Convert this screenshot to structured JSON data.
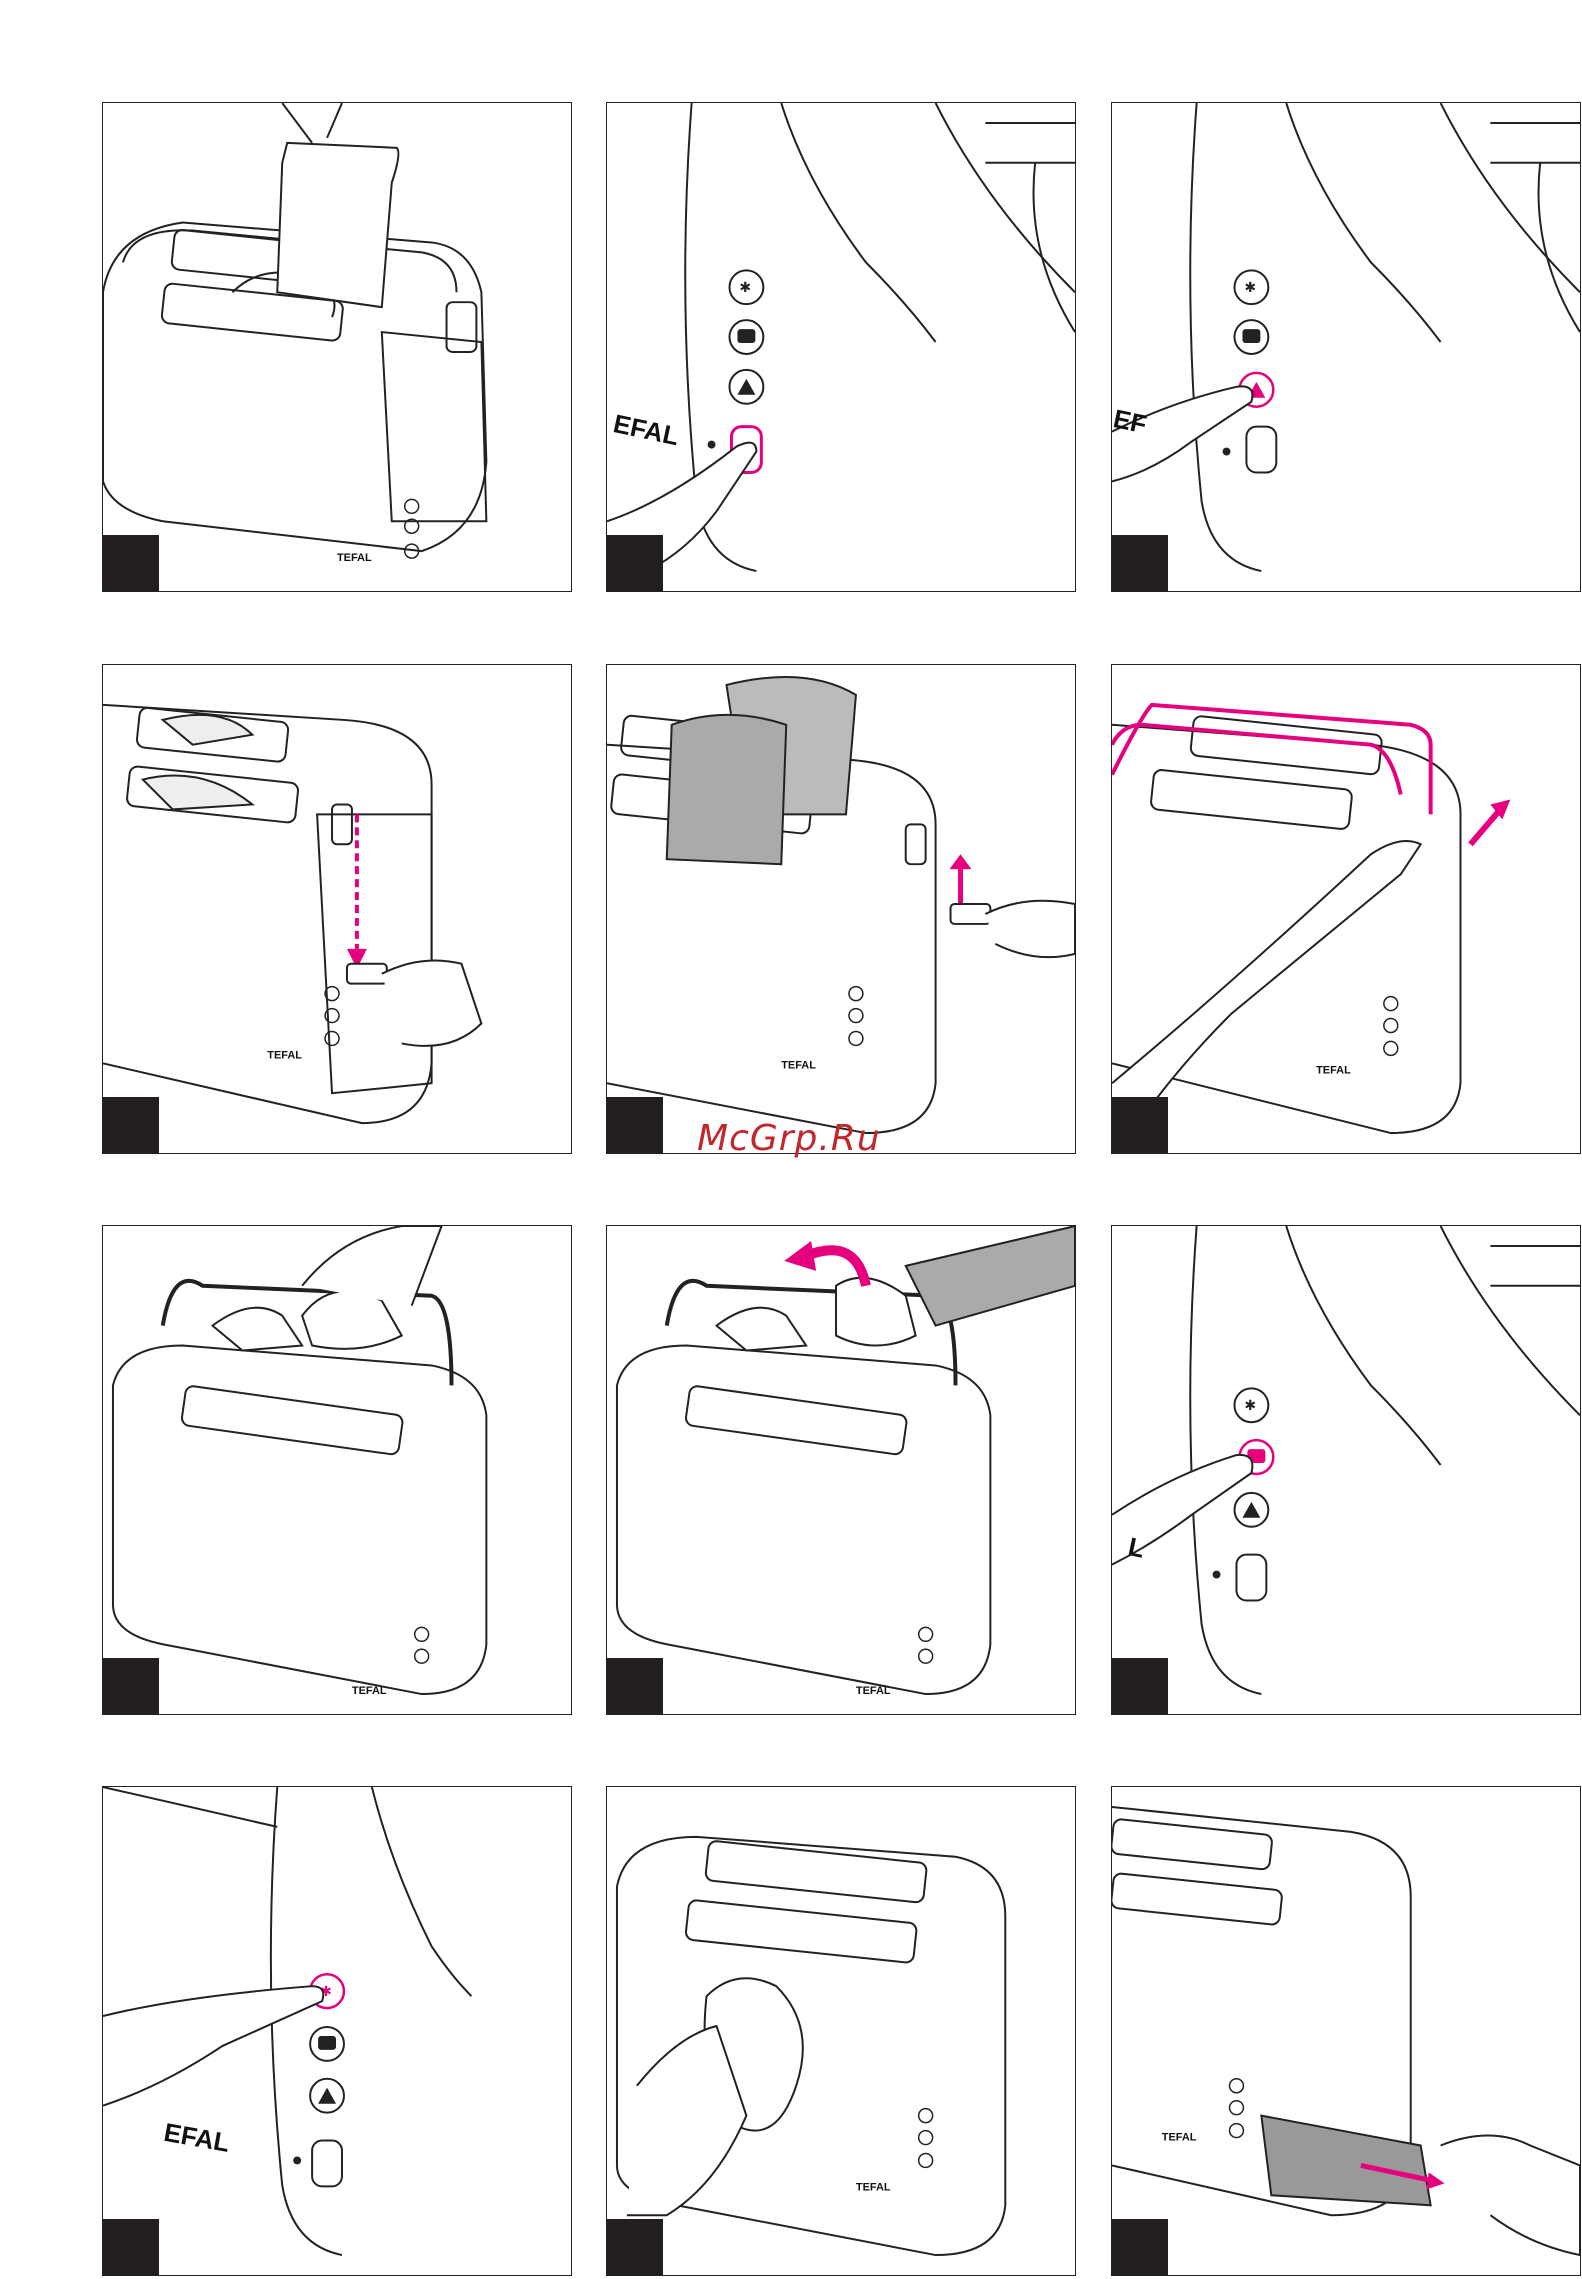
{
  "brand_label": "TEFAL",
  "watermark": "McGrp.Ru",
  "accent_color": "#e6007e",
  "panels": [
    {
      "scene": "insert-bread"
    },
    {
      "scene": "press-lever-button"
    },
    {
      "scene": "press-stop-button"
    },
    {
      "scene": "lower-lever"
    },
    {
      "scene": "raise-lever-lift"
    },
    {
      "scene": "unfold-bun-rack"
    },
    {
      "scene": "place-croissants"
    },
    {
      "scene": "remove-with-tongs"
    },
    {
      "scene": "press-reheat-button"
    },
    {
      "scene": "press-defrost-button"
    },
    {
      "scene": "wipe-exterior"
    },
    {
      "scene": "remove-crumb-tray"
    }
  ]
}
